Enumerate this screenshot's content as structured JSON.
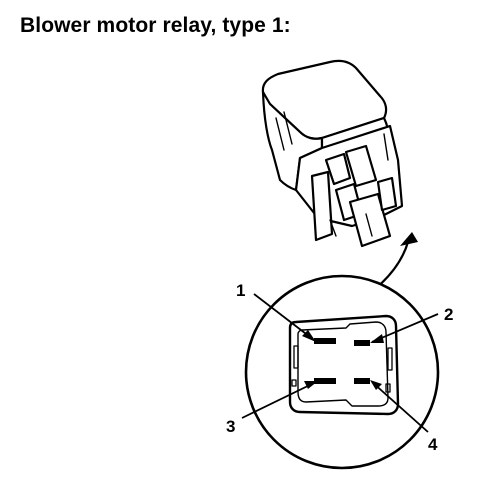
{
  "title": "Blower motor relay, type 1:",
  "pins": [
    {
      "number": "1"
    },
    {
      "number": "2"
    },
    {
      "number": "3"
    },
    {
      "number": "4"
    }
  ],
  "colors": {
    "ink": "#000000",
    "background": "#ffffff"
  }
}
